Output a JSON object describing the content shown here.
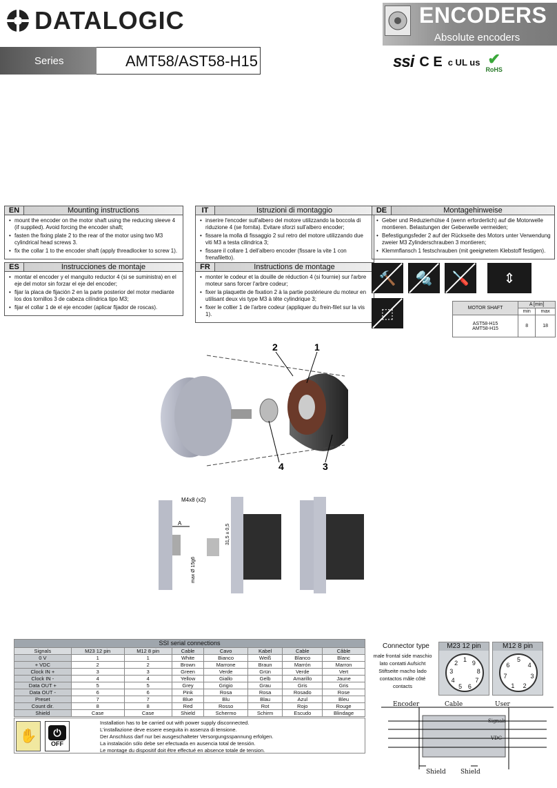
{
  "header": {
    "brand": "DATALOGIC",
    "category": "ENCODERS",
    "subcategory": "Absolute encoders",
    "series_label": "Series",
    "model": "AMT58/AST58-H15"
  },
  "certs": {
    "ssi": "ssi",
    "ce": "C E",
    "ul": "c UL us",
    "rohs": "RoHS"
  },
  "instructions": {
    "en": {
      "code": "EN",
      "title": "Mounting instructions",
      "items": [
        "mount the encoder on the motor shaft using the reducing sleeve 4 (if supplied). Avoid forcing the encoder shaft;",
        "fasten the fixing plate 2 to the rear of the motor using two M3 cylindrical head screws 3.",
        "fix the collar 1 to the encoder shaft (apply threadlocker to screw 1)."
      ]
    },
    "it": {
      "code": "IT",
      "title": "Istruzioni di montaggio",
      "items": [
        "inserire l'encoder sull'albero del motore utilizzando la boccola di riduzione 4 (se fornita). Evitare sforzi sull'albero encoder;",
        "fissare la molla di fissaggio 2 sul retro del motore utilizzando due viti M3 a testa cilindrica 3;",
        "fissare il collare 1 dell'albero encoder (fissare la vite 1 con frenafiletto)."
      ]
    },
    "de": {
      "code": "DE",
      "title": "Montagehinweise",
      "items": [
        "Geber und Reduzierhülse 4 (wenn erforderlich) auf die Motorwelle montieren. Belastungen der Geberwelle vermeiden;",
        "Befestigungsfeder 2 auf der Rückseite des Motors unter Verwendung zweier M3 Zylinderschrauben 3 montieren;",
        "Klemmflansch 1 festschrauben (mit geeignetem Klebstoff festigen)."
      ]
    },
    "es": {
      "code": "ES",
      "title": "Instrucciones de montaje",
      "items": [
        "montar el encoder y el manguito reductor 4 (si se suministra) en el eje del motor sin forzar el eje del encoder;",
        "fijar la placa de fijación 2 en la parte posterior del motor mediante los dos tornillos 3 de cabeza cilíndrica tipo M3;",
        "fijar el collar 1 de el eje encoder (aplicar fijador de roscas)."
      ]
    },
    "fr": {
      "code": "FR",
      "title": "Instructions de montage",
      "items": [
        "monter le codeur et la douille de réduction 4 (si fournie) sur l'arbre moteur sans forcer l'arbre codeur;",
        "fixer la plaquette de fixation 2 à la partie postérieure du moteur en utilisant deux vis type M3 à tête cylindrique 3;",
        "fixer le collier 1 de l'arbre codeur (appliquer du frein-filet sur la vis 1)."
      ]
    }
  },
  "motor_shaft": {
    "label": "MOTOR SHAFT",
    "col": "A [min]",
    "min": "min",
    "max": "max",
    "models": "AST58-H15\nAMT58-H15",
    "min_val": "8",
    "max_val": "18"
  },
  "diagram": {
    "labels": [
      "2",
      "1",
      "4",
      "3"
    ],
    "m4": "M4x8 (x2)",
    "a": "A",
    "dim1": "31,5 ± 0,5",
    "dim2": "max Ø 15g6"
  },
  "ssi": {
    "caption": "SSI serial connections",
    "headers": [
      "Signals",
      "M23 12 pin",
      "M12 8 pin",
      "Cable",
      "Cavo",
      "Kabel",
      "Cable",
      "Câble"
    ],
    "rows": [
      [
        "0 V",
        "1",
        "1",
        "White",
        "Bianco",
        "Weiß",
        "Blanco",
        "Blanc"
      ],
      [
        "+ VDC",
        "2",
        "2",
        "Brown",
        "Marrone",
        "Braun",
        "Marrón",
        "Marron"
      ],
      [
        "Clock IN +",
        "3",
        "3",
        "Green",
        "Verde",
        "Grün",
        "Verde",
        "Vert"
      ],
      [
        "Clock IN -",
        "4",
        "4",
        "Yellow",
        "Giallo",
        "Gelb",
        "Amarillo",
        "Jaune"
      ],
      [
        "Data OUT +",
        "5",
        "5",
        "Grey",
        "Grigio",
        "Grau",
        "Gris",
        "Gris"
      ],
      [
        "Data OUT -",
        "6",
        "6",
        "Pink",
        "Rosa",
        "Rosa",
        "Rosado",
        "Rose"
      ],
      [
        "Preset",
        "7",
        "7",
        "Blue",
        "Blu",
        "Blau",
        "Azul",
        "Bleu"
      ],
      [
        "Count dir.",
        "8",
        "8",
        "Red",
        "Rosso",
        "Rot",
        "Rojo",
        "Rouge"
      ],
      [
        "Shield",
        "Case",
        "Case",
        "Shield",
        "Schermo",
        "Schirm",
        "Escudo",
        "Blindage"
      ]
    ],
    "warning": [
      "Installation has to be carried out with power supply disconnected.",
      "L'installazione deve essere eseguita in assenza di tensione.",
      "Der Anschluss darf nur bei ausgeschalteter Versorgungsspannung erfolgen.",
      "La instalación sólo debe ser efectuada en ausencia total de tensión.",
      "Le montage du dispositif doit être effectué en absence totale de tension."
    ],
    "off": "OFF"
  },
  "connector": {
    "title": "Connector type",
    "sub": "male frontal side maschio lato contatti Aufsicht Stiftseite macho lado contactos mâle côté contacts",
    "m23": "M23 12 pin",
    "m12": "M12 8 pin",
    "encoder": "Encoder",
    "cable": "Cable",
    "user": "User",
    "signals": "Signals",
    "vdc": "VDC",
    "shield": "Shield"
  }
}
